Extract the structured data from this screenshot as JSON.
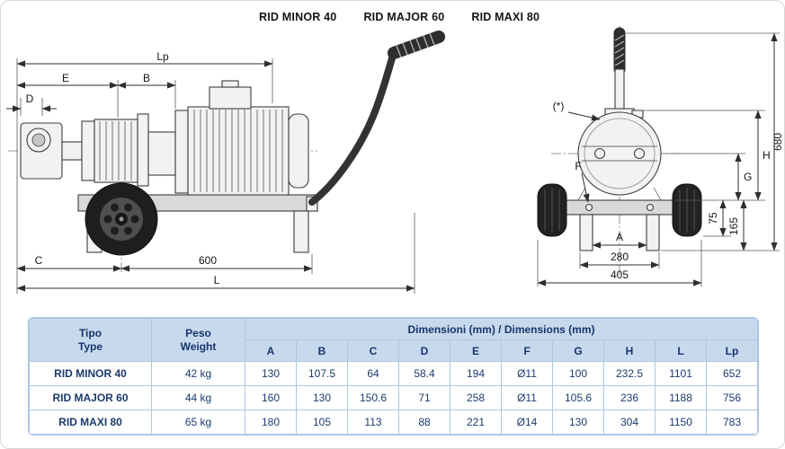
{
  "titles": [
    "RID MINOR 40",
    "RID MAJOR 60",
    "RID MAXI 80"
  ],
  "side_view": {
    "labels": {
      "lp": "Lp",
      "e": "E",
      "b": "B",
      "d": "D",
      "c": "C",
      "len600": "600",
      "l": "L"
    }
  },
  "front_view": {
    "labels": {
      "star": "(*)",
      "f": "F",
      "g": "G",
      "h": "H",
      "v680": "680",
      "v75": "75",
      "v165": "165",
      "a": "A",
      "w280": "280",
      "w405": "405"
    }
  },
  "table": {
    "header": {
      "tipo": "Tipo",
      "type": "Type",
      "peso": "Peso",
      "weight": "Weight",
      "dimensions": "Dimensioni (mm) / Dimensions (mm)",
      "columns": [
        "A",
        "B",
        "C",
        "D",
        "E",
        "F",
        "G",
        "H",
        "L",
        "Lp"
      ]
    },
    "rows": [
      {
        "type": "RID MINOR 40",
        "weight": "42 kg",
        "values": [
          "130",
          "107.5",
          "64",
          "58.4",
          "194",
          "Ø11",
          "100",
          "232.5",
          "1101",
          "652"
        ]
      },
      {
        "type": "RID MAJOR 60",
        "weight": "44 kg",
        "values": [
          "160",
          "130",
          "150.6",
          "71",
          "258",
          "Ø11",
          "105.6",
          "236",
          "1188",
          "756"
        ]
      },
      {
        "type": "RID MAXI 80",
        "weight": "65 kg",
        "values": [
          "180",
          "105",
          "113",
          "88",
          "221",
          "Ø14",
          "130",
          "304",
          "1150",
          "783"
        ]
      }
    ]
  },
  "colors": {
    "table_header_bg": "#c6d9ed",
    "table_text": "#1b3a6b",
    "drawing_line": "#3c3c3c"
  }
}
